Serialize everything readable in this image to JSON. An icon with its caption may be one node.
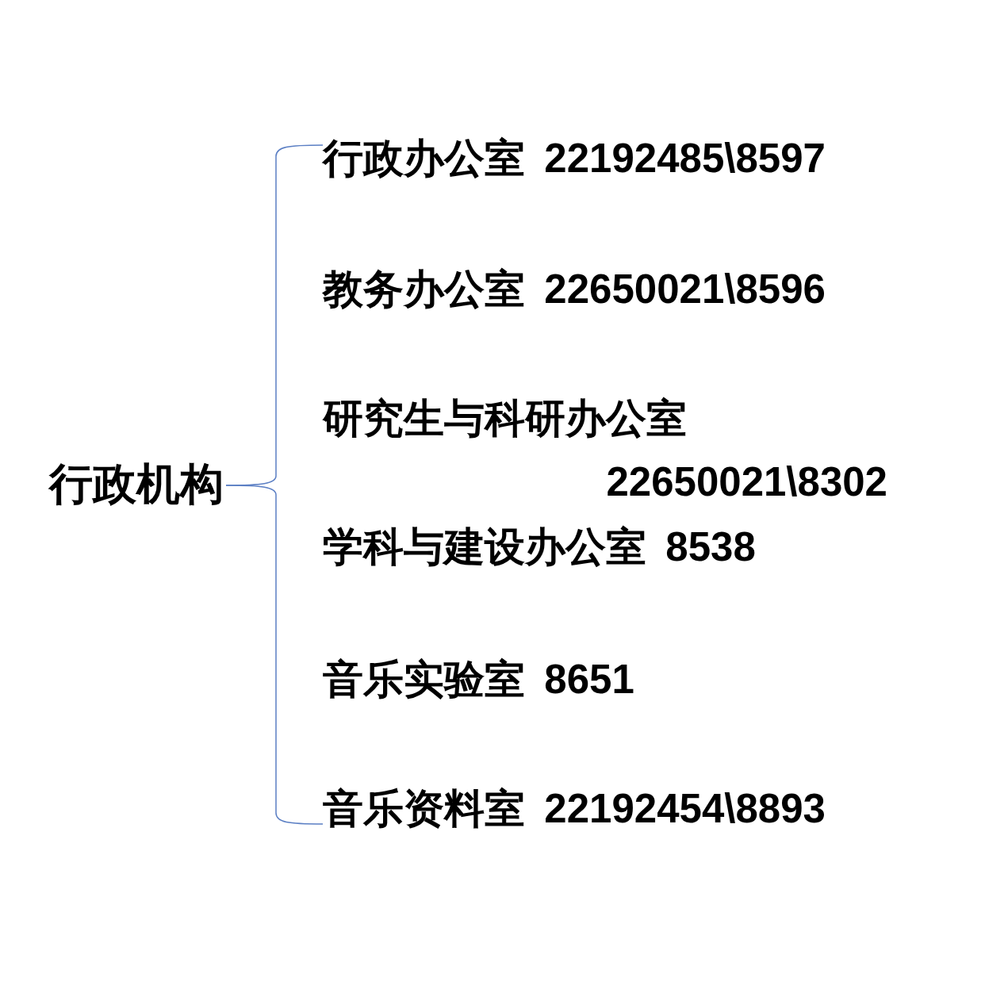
{
  "diagram": {
    "nodes": [
      {
        "text": [
          "行政机构"
        ]
      },
      {
        "text": [
          "行政办公室 22192485\\8597"
        ]
      },
      {
        "text": [
          "教务办公室 22650021\\8596"
        ]
      },
      {
        "text": [
          "研究生与科研办公室 22650021\\8302"
        ]
      },
      {
        "text": [
          "学科与建设办公室 8538"
        ]
      },
      {
        "text": [
          "音乐实验室 8651"
        ]
      },
      {
        "text": [
          "音乐资料室 22192454\\8893"
        ]
      }
    ],
    "edges": [
      {
        "from": 0,
        "to": 1,
        "arrow": "none"
      },
      {
        "from": 0,
        "to": 6,
        "arrow": "none"
      }
    ]
  }
}
